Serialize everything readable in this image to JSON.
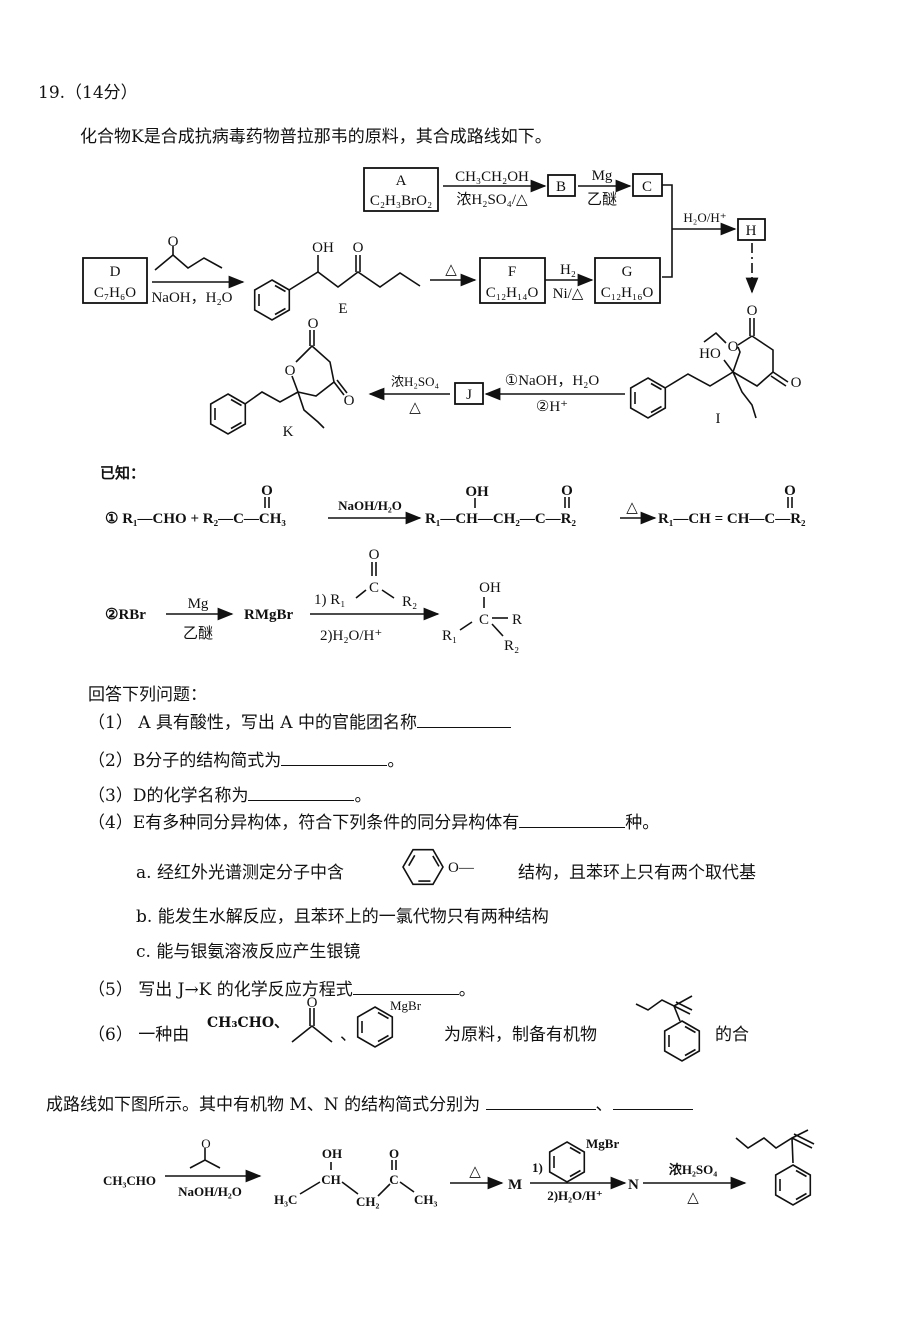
{
  "question": {
    "number": "19.",
    "score": "（14分）",
    "intro": "化合物K是合成抗病毒药物普拉那韦的原料，其合成路线如下。"
  },
  "scheme": {
    "A": "A",
    "A_formula": "C₂H₃BrO₂",
    "r1_top": "CH₃CH₂OH",
    "r1_bottom": "浓H₂SO₄/△",
    "B": "B",
    "r2_top": "Mg",
    "r2_bottom": "乙醚",
    "C": "C",
    "r3": "H₂O/H⁺",
    "H": "H",
    "D": "D",
    "D_formula": "C₇H₆O",
    "r4_bottom": "NaOH，H₂O",
    "E": "E",
    "OH": "OH",
    "O": "O",
    "HO": "HO",
    "r5": "△",
    "F": "F",
    "F_formula": "C₁₂H₁₄O",
    "r6_top": "H₂",
    "r6_bottom": "Ni/△",
    "G": "G",
    "G_formula": "C₁₂H₁₆O",
    "I": "I",
    "r7_top": "①NaOH，H₂O",
    "r7_bottom": "②H⁺",
    "J": "J",
    "r8_top": "浓H₂SO₄",
    "r8_bottom": "△",
    "K": "K"
  },
  "known": {
    "title": "已知：",
    "r1_left": "① R₁—CHO + R₂—C—CH₃",
    "r1_cond": "NaOH/H₂O",
    "r1_mid": "R₁—CH—CH₂—C—R₂",
    "r1_heat": "△",
    "r1_right": "R₁—CH = CH—C—R₂",
    "r2_left": "②RBr",
    "r2_cond_top": "Mg",
    "r2_cond_bottom": "乙醚",
    "r2_mid": "RMgBr",
    "r2_step1": "1) R₁",
    "r2_c": "C",
    "r2_R2": "R₂",
    "r2_step2": "2)H₂O/H⁺",
    "r2_R1": "R₁",
    "r2_R": "R"
  },
  "questions": {
    "header": "回答下列问题：",
    "q1": "（1） A 具有酸性，写出 A 中的官能团名称",
    "q2_a": "（2）B分子的结构简式为",
    "q2_b": "。",
    "q3_a": "（3）D的化学名称为",
    "q3_b": "。",
    "q4_a": "（4）E有多种同分异构体，符合下列条件的同分异构体有",
    "q4_b": "种。",
    "q4_ca": "a.  经红外光谱测定分子中含",
    "q4_cb": "结构，且苯环上只有两个取代基",
    "q4_cbond": "O—",
    "q4_cb2": "b.  能发生水解反应，且苯环上的一氯代物只有两种结构",
    "q4_cc": "c.  能与银氨溶液反应产生银镜",
    "q5_a": "（5） 写出 J→K 的化学反应方程式",
    "q5_b": "。",
    "q6_a": "（6） 一种由",
    "q6_ch3cho": "CH₃CHO、",
    "q6_sep": "、",
    "q6_mgbr": "MgBr",
    "q6_b": "为原料，制备有机物",
    "q6_c": "的合",
    "q6_cont": "成路线如下图所示。其中有机物 M、N 的结构简式分别为",
    "q6_sep2": "、"
  },
  "final_scheme": {
    "start": "CH₃CHO",
    "cond1": "NaOH/H₂O",
    "OH": "OH",
    "O": "O",
    "CH": "CH",
    "C": "C",
    "H3C": "H₃C",
    "CH2": "CH₂",
    "CH3": "CH₃",
    "heat": "△",
    "M": "M",
    "step1": "1)",
    "mgbr": "MgBr",
    "step2": "2)H₂O/H⁺",
    "N": "N",
    "cond3_top": "浓H₂SO₄",
    "cond3_bottom": "△"
  }
}
